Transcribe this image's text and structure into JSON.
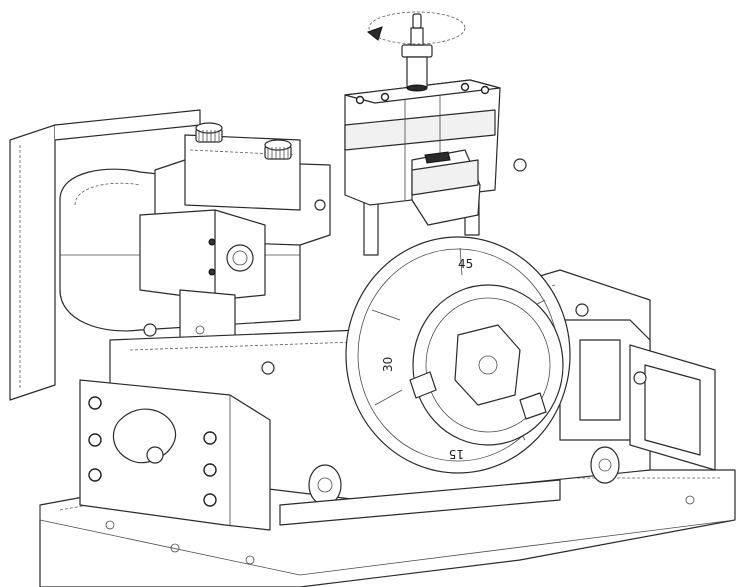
{
  "dial": {
    "scale_marks": [
      "45",
      "30",
      "15"
    ]
  },
  "colors": {
    "line": "#2a2a2a",
    "fill": "#ffffff",
    "shade": "#f1f1f1",
    "dark": "#2a2a2a"
  }
}
